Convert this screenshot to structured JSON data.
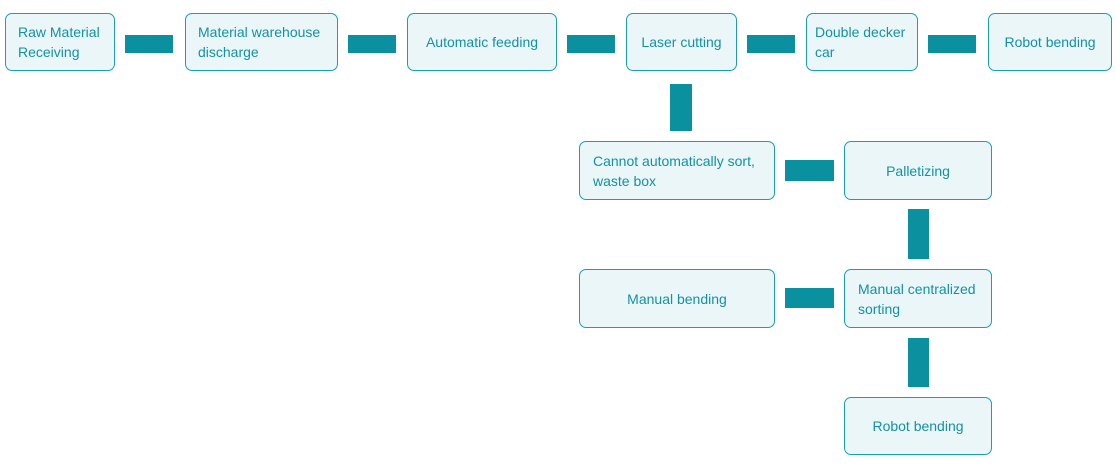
{
  "diagram": {
    "type": "flowchart",
    "nodes": [
      {
        "label": "Raw Material Receiving"
      },
      {
        "label": "Material warehouse discharge"
      },
      {
        "label": "Automatic feeding"
      },
      {
        "label": "Laser cutting"
      },
      {
        "label": "Double decker car"
      },
      {
        "label": "Robot bending"
      },
      {
        "label": "Cannot automatically sort, waste box"
      },
      {
        "label": "Palletizing"
      },
      {
        "label": "Manual bending"
      },
      {
        "label": "Manual centralized sorting"
      },
      {
        "label": "Robot bending"
      }
    ],
    "edges": [
      {
        "from": "Raw Material Receiving",
        "to": "Material warehouse discharge"
      },
      {
        "from": "Material warehouse discharge",
        "to": "Automatic feeding"
      },
      {
        "from": "Automatic feeding",
        "to": "Laser cutting"
      },
      {
        "from": "Laser cutting",
        "to": "Double decker car"
      },
      {
        "from": "Double decker car",
        "to": "Robot bending"
      },
      {
        "from": "Laser cutting",
        "to": "Cannot automatically sort, waste box"
      },
      {
        "from": "Cannot automatically sort, waste box",
        "to": "Palletizing"
      },
      {
        "from": "Palletizing",
        "to": "Manual centralized sorting"
      },
      {
        "from": "Manual bending",
        "to": "Manual centralized sorting"
      },
      {
        "from": "Manual centralized sorting",
        "to": "Robot bending"
      }
    ],
    "colors": {
      "node_fill": "#ebf6f9",
      "node_border": "#1a9fb1",
      "node_text": "#1292a4",
      "connector": "#0b90a0",
      "background": "#ffffff"
    }
  }
}
